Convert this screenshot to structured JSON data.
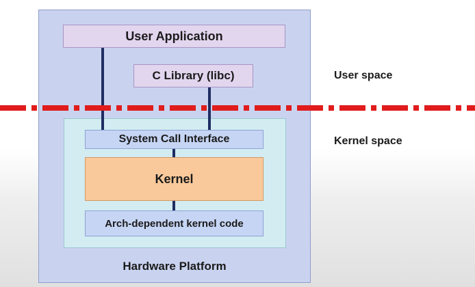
{
  "diagram": {
    "hardware_platform": "Hardware Platform",
    "user_application": "User Application",
    "c_library": "C Library (libc)",
    "system_call_interface": "System Call Interface",
    "kernel": "Kernel",
    "arch_dependent": "Arch-dependent kernel code",
    "user_space": "User space",
    "kernel_space": "Kernel space"
  },
  "colors": {
    "boundary_line": "#e01c1c",
    "connector": "#1f2d63",
    "hardware_fill": "#c9d3ef",
    "kernel_area_fill": "#d2ecf1",
    "user_layer_fill": "#e2d5ee",
    "interface_fill": "#c6d5f4",
    "kernel_fill": "#f9c99b"
  }
}
